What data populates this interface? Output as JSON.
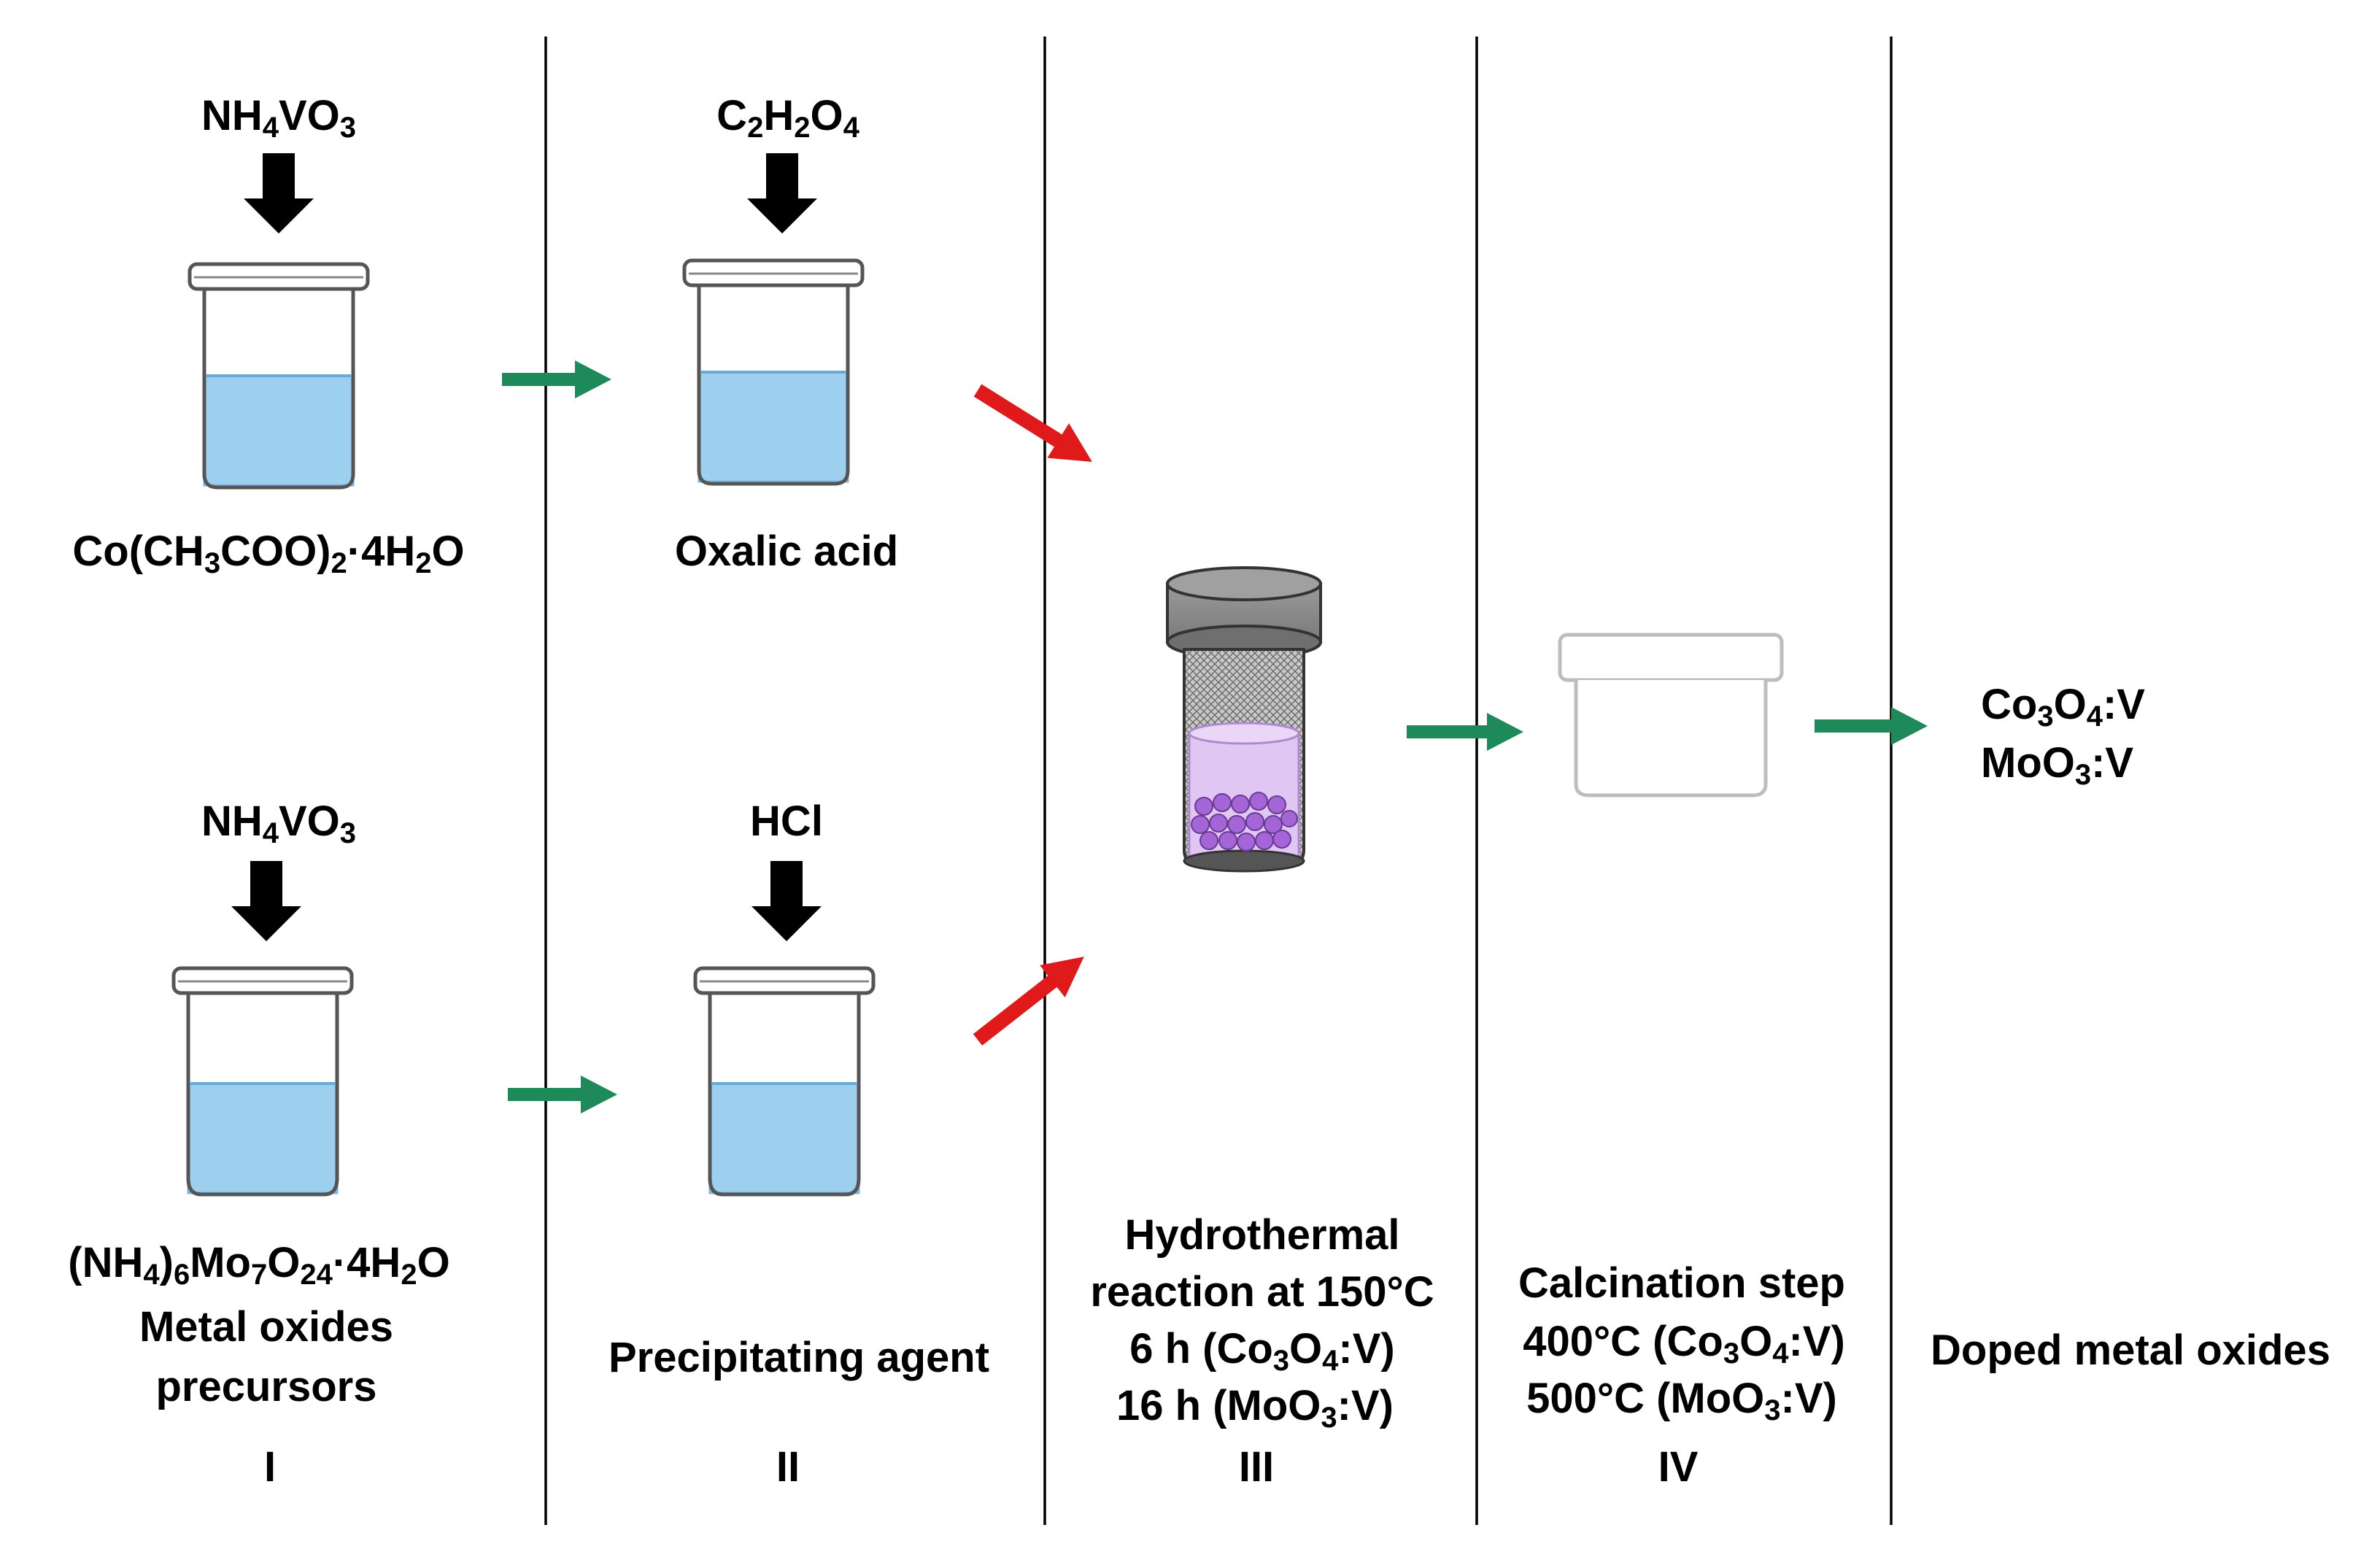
{
  "colors": {
    "liquid": "#9dcfef",
    "liquid_edge": "#7cb6e0",
    "green_arrow": "#1e8a5a",
    "red_arrow": "#e01a1a",
    "black_arrow": "#000000",
    "autoclave_cap": "#8c8c8c",
    "autoclave_liquid": "#e0c6f2",
    "particle": "#a466d6",
    "divider": "#000000"
  },
  "icons": {
    "beaker": "beaker-with-lid",
    "autoclave": "teflon-lined-autoclave",
    "crucible": "calcination-crucible",
    "addition": "down-arrow",
    "flow": "right-arrow"
  },
  "stage1": {
    "top_reagent": {
      "base": "NH",
      "sub1": "4",
      "mid": "VO",
      "sub2": "3"
    },
    "top_precursor": {
      "t1": "Co(CH",
      "s1": "3",
      "t2": "COO)",
      "s2": "2",
      "t3": "·4H",
      "s3": "2",
      "t4": "O"
    },
    "bottom_reagent": {
      "base": "NH",
      "sub1": "4",
      "mid": "VO",
      "sub2": "3"
    },
    "bottom_precursor": {
      "t1": "(NH",
      "s1": "4",
      "t2": ")",
      "s2": "6",
      "t3": "Mo",
      "s3": "7",
      "t4": "O",
      "s4": "24",
      "t5": "·4H",
      "s5": "2",
      "t6": "O"
    },
    "caption_line1": "Metal oxides",
    "caption_line2": "precursors",
    "numeral": "I"
  },
  "stage2": {
    "top_reagent": {
      "t1": "C",
      "s1": "2",
      "t2": "H",
      "s2": "2",
      "t3": "O",
      "s3": "4"
    },
    "top_label": "Oxalic acid",
    "bottom_reagent": "HCl",
    "caption": "Precipitating agent",
    "numeral": "II"
  },
  "stage3": {
    "caption_line1": "Hydrothermal",
    "caption_line2": "reaction at 150°C",
    "line3": {
      "t1": "6 h (Co",
      "s1": "3",
      "t2": "O",
      "s2": "4",
      "t3": ":V)"
    },
    "line4": {
      "t1": "16 h (MoO",
      "s1": "3",
      "t2": ":V)"
    },
    "numeral": "III"
  },
  "stage4": {
    "caption_line1": "Calcination step",
    "line2": {
      "t1": "400°C (Co",
      "s1": "3",
      "t2": "O",
      "s2": "4",
      "t3": ":V)"
    },
    "line3": {
      "t1": "500°C (MoO",
      "s1": "3",
      "t2": ":V)"
    },
    "numeral": "IV"
  },
  "stage5": {
    "product1": {
      "t1": "Co",
      "s1": "3",
      "t2": "O",
      "s2": "4",
      "t3": ":V"
    },
    "product2": {
      "t1": "MoO",
      "s1": "3",
      "t2": ":V"
    },
    "caption": "Doped metal oxides"
  }
}
